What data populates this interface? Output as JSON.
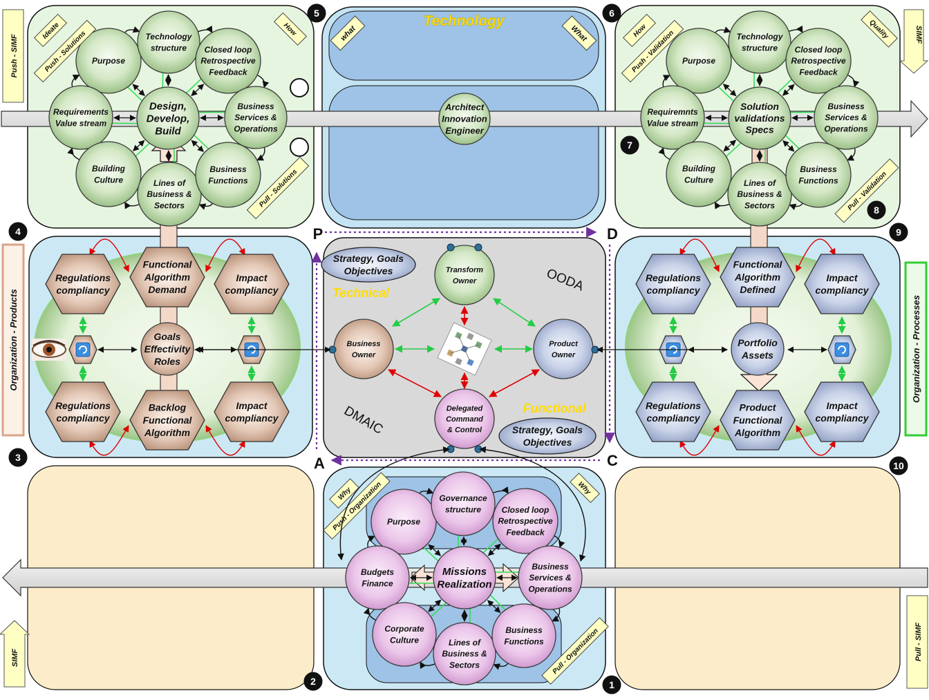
{
  "panels": {
    "technology": {
      "title": "Technology",
      "tag_left": "what",
      "tag_right": "What",
      "center": [
        "Architect",
        "Innovation",
        "Engineer"
      ]
    },
    "solutions": {
      "circles": {
        "purpose": [
          "Purpose"
        ],
        "tech": [
          "Technology",
          "structure"
        ],
        "closed": [
          "Closed loop",
          "Retrospective",
          "Feedback"
        ],
        "req": [
          "Requirements",
          "Value stream"
        ],
        "center": [
          "Design,",
          "Develop,",
          "Build"
        ],
        "bso": [
          "Business",
          "Services &",
          "Operations"
        ],
        "culture": [
          "Building",
          "Culture"
        ],
        "lob": [
          "Lines of",
          "Business &",
          "Sectors"
        ],
        "bf": [
          "Business",
          "Functions"
        ]
      },
      "tags": {
        "ideate": "Ideate",
        "push": "Push - Solutions",
        "how": "How",
        "pull": "Pull - Solutions"
      }
    },
    "validation": {
      "circles": {
        "purpose": [
          "Purpose"
        ],
        "tech": [
          "Technology",
          "structure"
        ],
        "closed": [
          "Closed loop",
          "Retrospective",
          "Feedback"
        ],
        "req": [
          "Requiremnts",
          "Value stream"
        ],
        "center": [
          "Solution",
          "validations",
          "Specs"
        ],
        "bso": [
          "Business",
          "Services &",
          "Operations"
        ],
        "culture": [
          "Building",
          "Culture"
        ],
        "lob": [
          "Lines of",
          "Business &",
          "Sectors"
        ],
        "bf": [
          "Business",
          "Functions"
        ]
      },
      "tags": {
        "how": "How",
        "push": "Push - Validation",
        "quality": "Quality",
        "pull": "Pull - Validation"
      }
    },
    "organization": {
      "circles": {
        "purpose": [
          "Purpose"
        ],
        "gov": [
          "Governance",
          "structure"
        ],
        "closed": [
          "Closed loop",
          "Retrospective",
          "Feedback"
        ],
        "budget": [
          "Budgets",
          "Finance"
        ],
        "center": [
          "Missions",
          "Realization"
        ],
        "bso": [
          "Business",
          "Services &",
          "Operations"
        ],
        "culture": [
          "Corporate",
          "Culture"
        ],
        "lob": [
          "Lines of",
          "Business &",
          "Sectors"
        ],
        "bf": [
          "Business",
          "Functions"
        ]
      },
      "tags": {
        "why_left": "Why",
        "push": "Push - Organization",
        "why_right": "Why",
        "pull": "Pull - Organization"
      }
    },
    "products": {
      "hex": {
        "tl": [
          "Regulations",
          "compliancy"
        ],
        "tc": [
          "Functional",
          "Algorithm",
          "Demand"
        ],
        "tr": [
          "Impact",
          "compliancy"
        ],
        "bl": [
          "Regulations",
          "compliancy"
        ],
        "bc": [
          "Backlog",
          "Functional",
          "Algorithm"
        ],
        "br": [
          "Impact",
          "compliancy"
        ]
      },
      "center": [
        "Goals",
        "Effectivity",
        "Roles"
      ]
    },
    "processes": {
      "hex": {
        "tl": [
          "Regulations",
          "compliancy"
        ],
        "tc": [
          "Functional",
          "Algorithm",
          "Defined"
        ],
        "tr": [
          "Impact",
          "compliancy"
        ],
        "bl": [
          "Regulations",
          "compliancy"
        ],
        "bc": [
          "Product",
          "Functional",
          "Algorithm"
        ],
        "br": [
          "Impact",
          "compliancy"
        ]
      },
      "center": [
        "Portfolio",
        "Assets"
      ]
    },
    "center": {
      "strategy_top": [
        "Strategy, Goals",
        "Objectives"
      ],
      "strategy_bottom": [
        "Strategy, Goals",
        "Objectives"
      ],
      "technical": "Technical",
      "functional": "Functional",
      "ooda": "OODA",
      "dmaic": "DMAIC",
      "transform": [
        "Transform",
        "Owner"
      ],
      "business": [
        "Business",
        "Owner"
      ],
      "product": [
        "Product",
        "Owner"
      ],
      "delegated": [
        "Delegated",
        "Command",
        "& Control"
      ],
      "letters": {
        "P": "P",
        "D": "D",
        "A": "A",
        "C": "C"
      }
    }
  },
  "side_labels": {
    "push_simf": "Push - SIMF",
    "simf_top_right": "SIMF",
    "org_products": "Organization - Products",
    "org_processes": "Organization - Processes",
    "simf_bottom_left": "SIMF",
    "pull_simf": "Pull - SIMF"
  },
  "numbers": {
    "n1": "1",
    "n2": "2",
    "n3": "3",
    "n4": "4",
    "n5": "5",
    "n6": "6",
    "n7": "7",
    "n8": "8",
    "n9": "9",
    "n10": "10"
  },
  "colors": {
    "green_panel": "#e6f5e0",
    "blue_panel": "#cce8f5",
    "tan_panel": "#fcecc9",
    "green_node": "#c6e0b4",
    "pink_node": "#e8c2e6",
    "tan_hex": "#d4b4a0",
    "blue_hex": "#b8c4de",
    "purple_dots": "#7030a0"
  }
}
